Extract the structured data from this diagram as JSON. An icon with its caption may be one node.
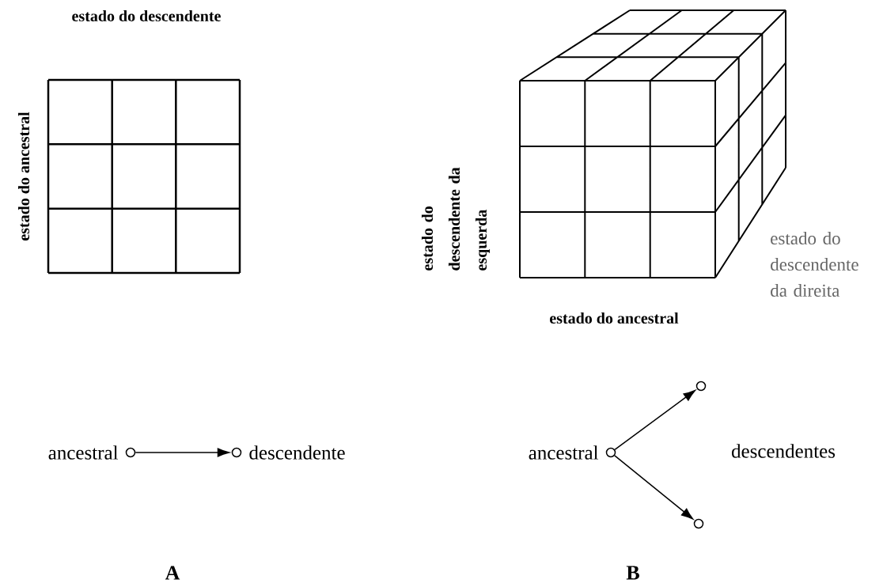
{
  "diagram": {
    "nodes": [
      {
        "text": [],
        "shape": "circle",
        "beside": [
          "ancestral"
        ]
      },
      {
        "text": [],
        "shape": "circle",
        "beside": [
          "descendente"
        ]
      },
      {
        "text": [],
        "shape": "circle",
        "beside": [
          "ancestral"
        ]
      },
      {
        "text": [],
        "shape": "circle"
      },
      {
        "text": [],
        "shape": "circle"
      }
    ],
    "edges": [
      {
        "from": 0,
        "to": 1,
        "arrow": "to"
      },
      {
        "from": 2,
        "to": 3,
        "arrow": "to"
      },
      {
        "from": 2,
        "to": 4,
        "arrow": "to"
      }
    ],
    "labels": [
      "estado do descendente",
      "estado do ancestral",
      "estado do descendente da esquerda",
      "estado do descendente da direita",
      "estado do ancestral",
      "descendentes",
      "A",
      "B"
    ]
  }
}
